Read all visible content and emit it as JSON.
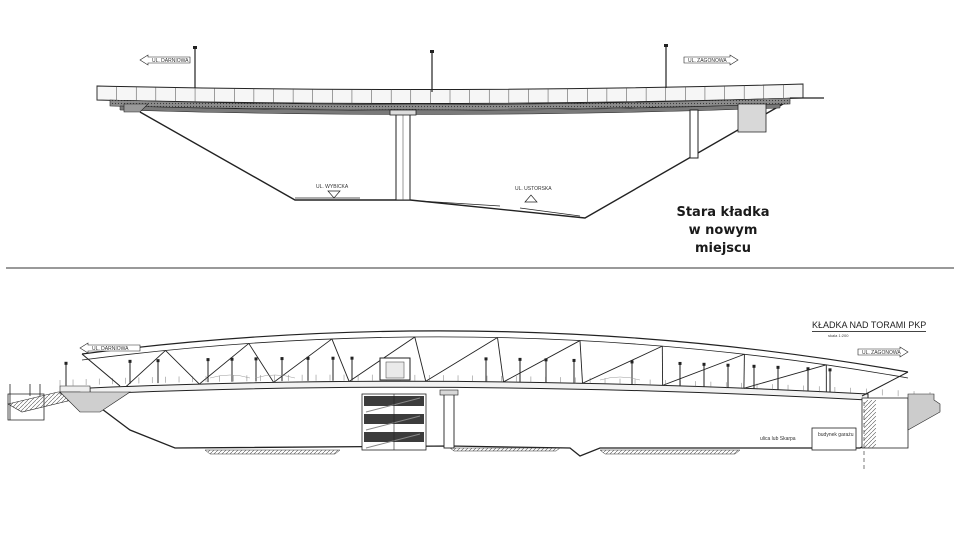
{
  "top_drawing": {
    "caption_line1": "Stara kładka",
    "caption_line2": "w nowym miejscu",
    "sign_left": "UL. DARNIOWA",
    "sign_right": "UL. ZAGONOWA",
    "label_street_1": "UL. WYBICKA",
    "label_street_2": "UL. USTORSKA"
  },
  "bottom_drawing": {
    "title": "KŁADKA NAD TORAMI PKP",
    "scale": "skala 1:200",
    "sign_left": "UL. DARNIOWA",
    "sign_right": "UL. ZAGONOWA",
    "label_building_1": "ulica lub Skarpa",
    "label_building_2": "budynek garażu"
  }
}
